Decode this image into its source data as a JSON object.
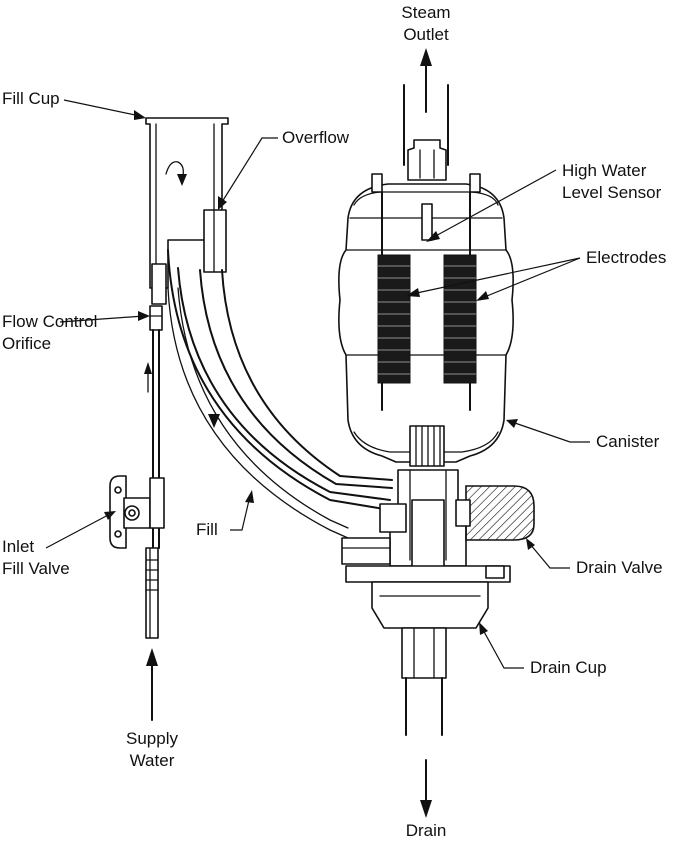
{
  "diagram": {
    "labels": {
      "steam_outlet": [
        "Steam",
        "Outlet"
      ],
      "fill_cup": "Fill Cup",
      "overflow": "Overflow",
      "high_water_level_sensor": [
        "High Water",
        "Level Sensor"
      ],
      "electrodes": "Electrodes",
      "flow_control_orifice": [
        "Flow Control",
        "Orifice"
      ],
      "canister": "Canister",
      "fill": "Fill",
      "inlet_fill_valve": [
        "Inlet",
        "Fill Valve"
      ],
      "drain_valve": "Drain Valve",
      "drain_cup": "Drain Cup",
      "supply_water": [
        "Supply",
        "Water"
      ],
      "drain": "Drain"
    }
  }
}
